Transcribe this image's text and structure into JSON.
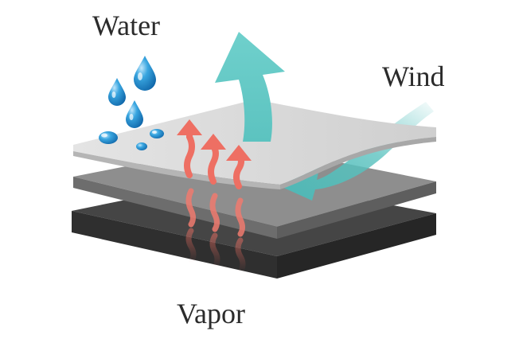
{
  "labels": {
    "water": "Water",
    "wind": "Wind",
    "vapor": "Vapor"
  },
  "icons": {
    "water_drop": "water-drop-icon",
    "vapor_arrow": "vapor-arrow-icon",
    "wind_arrow": "wind-arrow-icon",
    "layer": "fabric-layer"
  },
  "colors": {
    "water": "#1f8fd0",
    "wind": "#5cc3c0",
    "vapor": "#ee6f63",
    "layer_top": "#dadada",
    "layer_middle": "#8a8a8a",
    "layer_bottom": "#3e3e3e",
    "text": "#2b2b2b"
  }
}
